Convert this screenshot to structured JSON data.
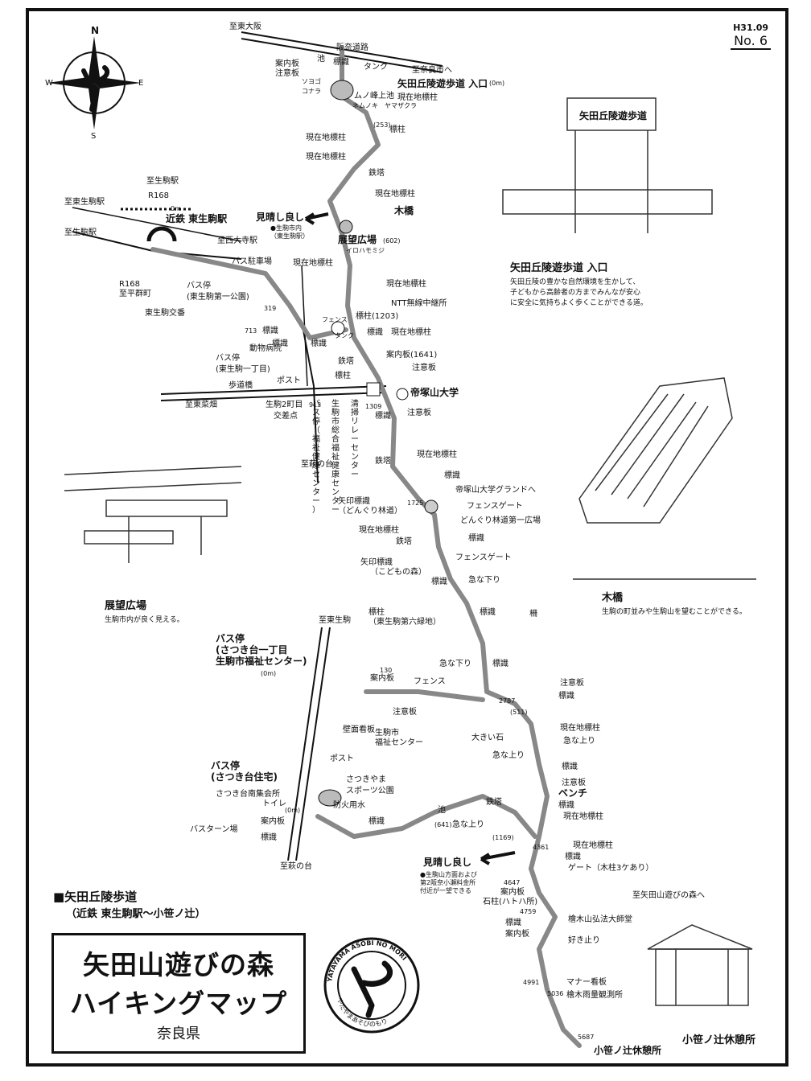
{
  "header": {
    "date": "H31.09",
    "number": "No. 6"
  },
  "compass": {
    "n": "N",
    "s": "S",
    "e": "E",
    "w": "W"
  },
  "captions": {
    "entrance": {
      "title": "矢田丘陵遊歩道 入口",
      "line1": "矢田丘陵の豊かな自然環境を生かして、",
      "line2": "子どもから高齢者の方までみんなが安心",
      "line3": "に安全に気持ちよく歩くことができる道。"
    },
    "bridge": {
      "title": "木橋",
      "desc": "生駒の町並みや生駒山を望むことができる。"
    },
    "plaza": {
      "title": "展望広場",
      "desc": "生駒市内が良く見える。"
    },
    "rest": {
      "title": "小笹ノ辻休憩所"
    }
  },
  "sign_text": "矢田丘陵遊歩道",
  "route_title": {
    "line1": "■矢田丘陵歩道",
    "line2": "（近鉄 東生駒駅～小笹ノ辻）"
  },
  "map_title": {
    "line1": "矢田山遊びの森",
    "line2": "ハイキングマップ",
    "line3": "奈良県"
  },
  "logo": {
    "ring": "YATAYAMA ASOBI NO MORI",
    "sub": "やたやまあそびのもり"
  },
  "map_labels": {
    "to_higashi_osaka": "至東大阪",
    "hanna_road": "阪奈道路",
    "to_nara": "至奈良市へ",
    "info_board_top": "案内板",
    "caution_top": "注意板",
    "pond": "池",
    "marker_top": "標識",
    "tank_top": "タンク",
    "entrance": "矢田丘陵遊歩道 入口",
    "entrance_dist": "(0m)",
    "munouhoike": "ムノ峰上池",
    "nemunoki": "ネムノキ",
    "soyogo": "ソヨゴ",
    "konara": "コナラ",
    "yamazakura": "ヤマザクラ",
    "genzai1": "現在地標柱",
    "d253": "(253)",
    "hyochu": "標柱",
    "genzai2": "現在地標柱",
    "genzai3": "現在地標柱",
    "tower1": "鉄塔",
    "genzai4": "現在地標柱",
    "wood_bridge": "木橋",
    "view1": "見晴し良し",
    "view1_note1": "●生駒市内",
    "view1_note2": "（東生駒駅）",
    "tenbou": "展望広場",
    "d602": "(602)",
    "irohamomiji": "イロハモミジ",
    "genzai5": "現在地標柱",
    "genzai6": "現在地標柱",
    "ntt": "NTT無線中継所",
    "d1203": "標柱(1203)",
    "fence1": "フェンス",
    "tank2": "タンク",
    "marker2": "標識",
    "genzai7": "現在地標柱",
    "marker3": "標識",
    "info_1641": "案内板(1641)",
    "tower2": "鉄塔",
    "caution2": "注意板",
    "hyochu2": "標柱",
    "teizukayama": "帝塚山大学",
    "d1309": "1309",
    "marker4": "標識",
    "caution3": "注意板",
    "genzai8": "現在地標柱",
    "tower3": "鉄塔",
    "marker5": "標識",
    "grand": "帝塚山大学グランドへ",
    "yajirushi1": "矢印標識",
    "yajirushi1b": "（どんぐり林道）",
    "d1725": "1725",
    "fencegate1": "フェンスゲート",
    "donguri": "どんぐり林道第一広場",
    "genzai9": "現在地標柱",
    "marker6": "標識",
    "tower4": "鉄塔",
    "fencegate2": "フェンスゲート",
    "yajirushi2": "矢印標識",
    "yajirushi2b": "（こどもの森）",
    "marker7": "標識",
    "steep1": "急な下り",
    "marker8": "標識",
    "saku": "柵",
    "hyochu3": "標柱",
    "hyochu3b": "（東生駒第六緑地）",
    "steep2": "急な下り",
    "marker9": "標識",
    "d2787": "2787",
    "d511": "(511)",
    "caution4": "注意板",
    "marker10": "標識",
    "genzai10": "現在地標柱",
    "big_stone": "大きい石",
    "steep3": "急な上り",
    "steep4": "急な上り",
    "marker11": "標識",
    "caution5": "注意板",
    "bench": "ベンチ",
    "marker12": "標識",
    "genzai11": "現在地標柱",
    "steep5": "急な上り",
    "tower5": "鉄塔",
    "d1169": "(1169)",
    "d4361": "4361",
    "genzai12": "現在地標柱",
    "view2": "見晴し良し",
    "view2_note1": "●生駒山方面および",
    "view2_note2": "第2阪奈小瀬料金所",
    "view2_note3": "付近が一望できる",
    "marker13": "標識",
    "gate": "ゲート（木柱3ケあり）",
    "d4647": "4647",
    "info2": "案内板",
    "ishibashira": "石柱(ハトハ所)",
    "to_asobi": "至矢田山遊びの森へ",
    "d4759": "4759",
    "hinoki_temple": "檜木山弘法大師堂",
    "marker14": "標識",
    "info3": "案内板",
    "slope": "好き止り",
    "d4991": "4991",
    "manner": "マナー看板",
    "d5036": "5036",
    "rain": "檜木雨量観測所",
    "d5687": "5687",
    "kozasa": "小笹ノ辻休憩所",
    "to_higashiikoma": "至東生駒駅",
    "r168_top": "至生駒駅",
    "r168_top2": "R168",
    "to_ikoma": "至生駒駅",
    "kintetsu": "近鉄 東生駒駅",
    "d0m": "0m",
    "to_saidaiji": "至西大寺駅",
    "bus_parking": "バス駐車場",
    "r168_bot": "R168",
    "r168_bot2": "至平群町",
    "bus_stop1": "バス停",
    "bus_stop1b": "(東生駒第一公園)",
    "koban": "東生駒交番",
    "d319": "319",
    "d713": "713",
    "marker15": "標識",
    "marker16": "標識",
    "doubutsu": "動物病院",
    "bus_stop2": "バス停",
    "bus_stop2b": "(東生駒一丁目)",
    "post1": "ポスト",
    "hodokyo": "歩道橋",
    "to_east": "至東菜畑",
    "d913": "913",
    "intersection": "生駒2町目",
    "intersection2": "交差点",
    "to_hagi": "至萩の台",
    "v_bus": "バス停（福祉健康センター）",
    "v_center": "生駒市総合福祉健康センター",
    "v_relay": "清掃リレーセンター",
    "to_higashiikoma2": "至東生駒",
    "bus_stop3": "バス停",
    "bus_stop3b": "(さつき台一丁目",
    "bus_stop3c": "生駒市福祉センター)",
    "bus_stop3_dist": "(0m)",
    "d130": "130",
    "info4": "案内板",
    "fence2": "フェンス",
    "caution6": "注意板",
    "kabe": "壁面看板",
    "ikoma_welfare": "生駒市",
    "ikoma_welfare2": "福祉センター",
    "post2": "ポスト",
    "bus_stop4": "バス停",
    "bus_stop4b": "(さつき台住宅)",
    "satsuki_hall": "さつき台南集会所",
    "toilet": "トイレ",
    "satsuki_sports": "さつきやま",
    "satsuki_sports2": "スポーツ公園",
    "fire": "防火用水",
    "bus_turn": "バスターン場",
    "info5": "案内板",
    "marker17": "標識",
    "d0m2": "(0m)",
    "to_hagi2": "至萩の台",
    "d641": "(641)",
    "marker18": "標識",
    "pond2": "池"
  }
}
